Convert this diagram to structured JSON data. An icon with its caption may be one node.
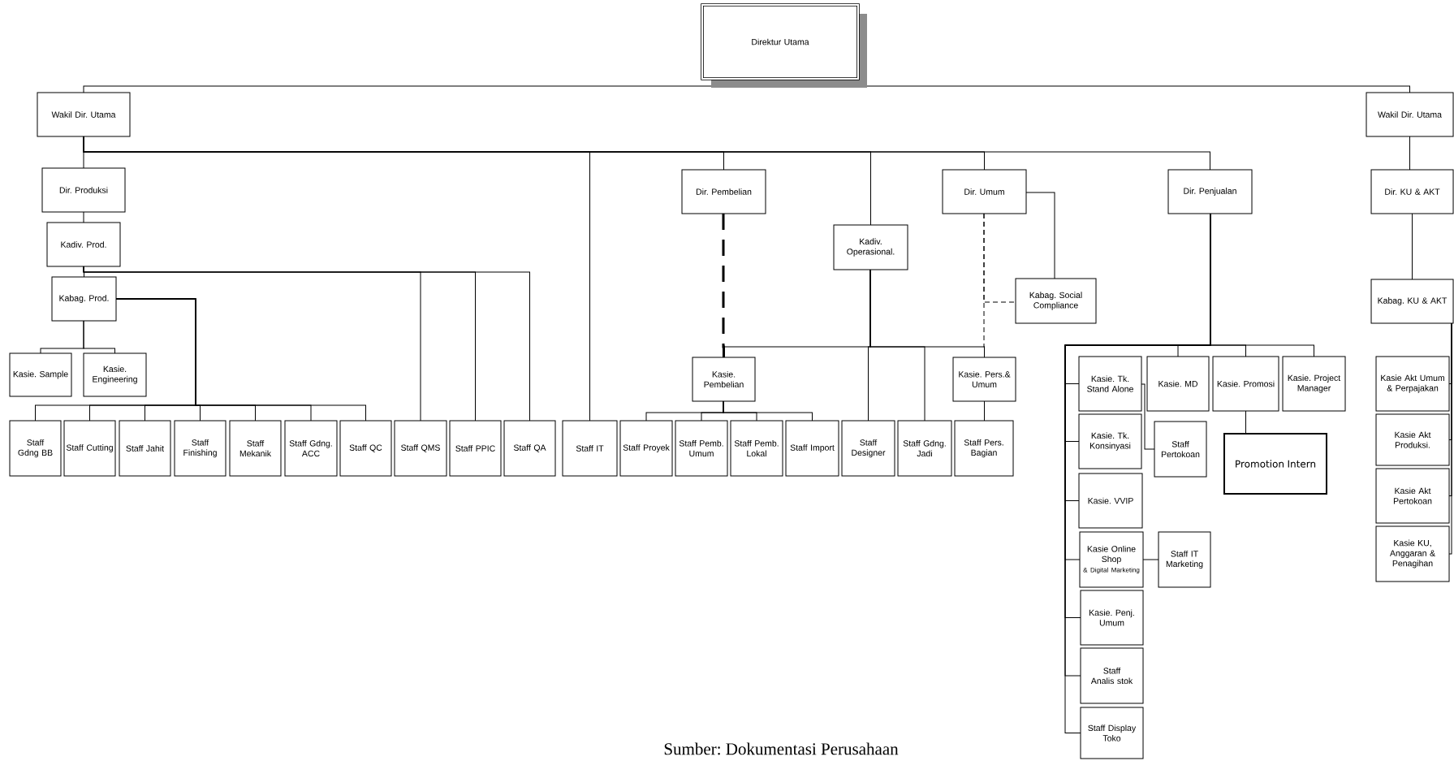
{
  "diagram": {
    "caption": "Sumber: Dokumentasi Perusahaan",
    "nodes": [
      {
        "text": [
          "Direktur Utama"
        ]
      },
      {
        "text": [
          "Wakil Dir. Utama"
        ]
      },
      {
        "text": [
          "Wakil Dir. Utama"
        ]
      },
      {
        "text": [
          "Dir. Produksi"
        ]
      },
      {
        "text": [
          "Dir. Pembelian"
        ]
      },
      {
        "text": [
          "Dir. Umum"
        ]
      },
      {
        "text": [
          "Dir. Penjualan"
        ]
      },
      {
        "text": [
          "Dir. KU & AKT"
        ]
      },
      {
        "text": [
          "Kadiv. Prod."
        ]
      },
      {
        "text": [
          "Kadiv. Operasional."
        ]
      },
      {
        "text": [
          "Kabag. Prod."
        ]
      },
      {
        "text": [
          "Kabag. Social Compliance"
        ]
      },
      {
        "text": [
          "Kabag. KU & AKT"
        ]
      },
      {
        "text": [
          "Kasie. Sample"
        ]
      },
      {
        "text": [
          "Kasie. Engineering"
        ]
      },
      {
        "text": [
          "Kasie. Pembelian"
        ]
      },
      {
        "text": [
          "Kasie. Pers.& Umum"
        ]
      },
      {
        "text": [
          "Kasie. Tk. Stand Alone"
        ]
      },
      {
        "text": [
          "Kasie. MD"
        ]
      },
      {
        "text": [
          "Kasie. Promosi"
        ]
      },
      {
        "text": [
          "Kasie. Project Manager"
        ]
      },
      {
        "text": [
          "Kasie Akt Umum & Perpajakan"
        ]
      },
      {
        "text": [
          "Staff Gdng BB"
        ]
      },
      {
        "text": [
          "Staff Cutting"
        ]
      },
      {
        "text": [
          "Staff Jahit"
        ]
      },
      {
        "text": [
          "Staff Finishing"
        ]
      },
      {
        "text": [
          "Staff Mekanik"
        ]
      },
      {
        "text": [
          "Staff Gdng. ACC"
        ]
      },
      {
        "text": [
          "Staff QC"
        ]
      },
      {
        "text": [
          "Staff QMS"
        ]
      },
      {
        "text": [
          "Staff PPIC"
        ]
      },
      {
        "text": [
          "Staff QA"
        ]
      },
      {
        "text": [
          "Staff IT"
        ]
      },
      {
        "text": [
          "Staff Proyek"
        ]
      },
      {
        "text": [
          "Staff Pemb. Umum"
        ]
      },
      {
        "text": [
          "Staff Pemb. Lokal"
        ]
      },
      {
        "text": [
          "Staff Import"
        ]
      },
      {
        "text": [
          "Staff Designer"
        ]
      },
      {
        "text": [
          "Staff Gdng. Jadi"
        ]
      },
      {
        "text": [
          "Staff Pers. Bagian"
        ]
      },
      {
        "text": [
          "Kasie. Tk. Konsinyasi"
        ]
      },
      {
        "text": [
          "Staff Pertokoan"
        ]
      },
      {
        "text": [
          "Promotion Intern"
        ]
      },
      {
        "text": [
          "Kasie Akt Produksi."
        ]
      },
      {
        "text": [
          "Kasie. VVIP"
        ]
      },
      {
        "text": [
          "Kasie Online Shop",
          "& Digital Marketing"
        ]
      },
      {
        "text": [
          "Staff IT Marketing"
        ]
      },
      {
        "text": [
          "Kasie Akt Pertokoan"
        ]
      },
      {
        "text": [
          "Kasie KU, Anggaran & Penagihan"
        ]
      },
      {
        "text": [
          "Kasie. Penj. Umum"
        ]
      },
      {
        "text": [
          "Staff Analis stok"
        ]
      },
      {
        "text": [
          "Staff Display Toko"
        ]
      }
    ],
    "edges": [
      {
        "from": 0,
        "to": 1,
        "arrow": "none"
      },
      {
        "from": 0,
        "to": 2,
        "arrow": "none"
      },
      {
        "from": 1,
        "to": 3,
        "arrow": "none"
      },
      {
        "from": 1,
        "to": 32,
        "arrow": "none"
      },
      {
        "from": 1,
        "to": 4,
        "arrow": "none"
      },
      {
        "from": 1,
        "to": 9,
        "arrow": "none"
      },
      {
        "from": 1,
        "to": 5,
        "arrow": "none"
      },
      {
        "from": 1,
        "to": 6,
        "arrow": "none"
      },
      {
        "from": 2,
        "to": 7,
        "arrow": "none"
      },
      {
        "from": 7,
        "to": 12,
        "arrow": "none"
      },
      {
        "from": 3,
        "to": 8,
        "arrow": "none"
      },
      {
        "from": 8,
        "to": 10,
        "arrow": "none"
      },
      {
        "from": 8,
        "to": 29,
        "arrow": "none"
      },
      {
        "from": 8,
        "to": 30,
        "arrow": "none"
      },
      {
        "from": 8,
        "to": 31,
        "arrow": "none"
      },
      {
        "from": 10,
        "to": 13,
        "arrow": "none"
      },
      {
        "from": 10,
        "to": 14,
        "arrow": "none"
      },
      {
        "from": 10,
        "to": 22,
        "arrow": "none"
      },
      {
        "from": 10,
        "to": 23,
        "arrow": "none"
      },
      {
        "from": 10,
        "to": 24,
        "arrow": "none"
      },
      {
        "from": 10,
        "to": 25,
        "arrow": "none"
      },
      {
        "from": 10,
        "to": 26,
        "arrow": "none"
      },
      {
        "from": 10,
        "to": 27,
        "arrow": "none"
      },
      {
        "from": 10,
        "to": 28,
        "arrow": "none"
      },
      {
        "from": 4,
        "to": 15,
        "arrow": "none",
        "style": "dashed"
      },
      {
        "from": 9,
        "to": 15,
        "arrow": "none"
      },
      {
        "from": 9,
        "to": 37,
        "arrow": "none"
      },
      {
        "from": 9,
        "to": 38,
        "arrow": "none"
      },
      {
        "from": 9,
        "to": 16,
        "arrow": "none"
      },
      {
        "from": 5,
        "to": 16,
        "arrow": "none",
        "style": "dashed"
      },
      {
        "from": 5,
        "to": 11,
        "arrow": "none"
      },
      {
        "from": 5,
        "to": 11,
        "arrow": "none",
        "style": "dashed"
      },
      {
        "from": 15,
        "to": 33,
        "arrow": "none"
      },
      {
        "from": 15,
        "to": 34,
        "arrow": "none"
      },
      {
        "from": 15,
        "to": 35,
        "arrow": "none"
      },
      {
        "from": 15,
        "to": 36,
        "arrow": "none"
      },
      {
        "from": 16,
        "to": 39,
        "arrow": "none"
      },
      {
        "from": 6,
        "to": 17,
        "arrow": "none"
      },
      {
        "from": 6,
        "to": 40,
        "arrow": "none"
      },
      {
        "from": 6,
        "to": 44,
        "arrow": "none"
      },
      {
        "from": 6,
        "to": 45,
        "arrow": "none"
      },
      {
        "from": 6,
        "to": 49,
        "arrow": "none"
      },
      {
        "from": 6,
        "to": 50,
        "arrow": "none"
      },
      {
        "from": 6,
        "to": 51,
        "arrow": "none"
      },
      {
        "from": 6,
        "to": 18,
        "arrow": "none"
      },
      {
        "from": 6,
        "to": 19,
        "arrow": "none"
      },
      {
        "from": 6,
        "to": 20,
        "arrow": "none"
      },
      {
        "from": 17,
        "to": 41,
        "arrow": "none"
      },
      {
        "from": 19,
        "to": 42,
        "arrow": "none"
      },
      {
        "from": 45,
        "to": 46,
        "arrow": "none"
      },
      {
        "from": 12,
        "to": 21,
        "arrow": "none"
      },
      {
        "from": 12,
        "to": 43,
        "arrow": "none"
      },
      {
        "from": 12,
        "to": 47,
        "arrow": "none"
      },
      {
        "from": 12,
        "to": 48,
        "arrow": "none"
      }
    ]
  }
}
